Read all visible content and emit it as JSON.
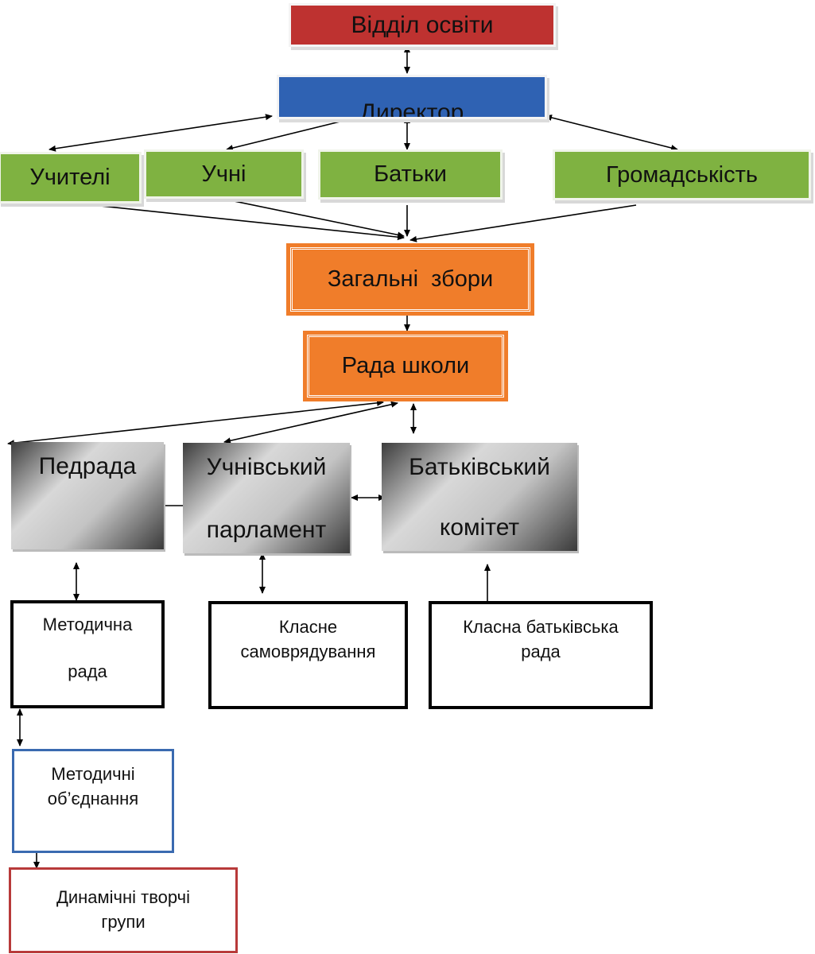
{
  "nodes": {
    "department": "Відділ освіти",
    "director": "Директор",
    "teachers": "Учителі",
    "students": "Учні",
    "parents": "Батьки",
    "community": "Громадськість",
    "general_meeting": "Загальні  збори",
    "school_council": "Рада школи",
    "ped_council": "Педрада",
    "student_parliament": [
      "Учнівський",
      "парламент"
    ],
    "parent_committee": [
      "Батьківський",
      "комітет"
    ],
    "methodical_council": [
      "Методична",
      "рада"
    ],
    "class_self_government": [
      "Класне",
      "самоврядування"
    ],
    "class_parent_council": [
      "Класна батьківська",
      "рада"
    ],
    "methodical_associations": [
      "Методичні",
      "об’єднання"
    ],
    "creative_groups": [
      "Динамічні творчі",
      "групи"
    ]
  },
  "colors": {
    "department": "#be3230",
    "director": "#2f62b3",
    "stakeholders": "#7fb241",
    "councils": "#f07d2a",
    "methodical_associations_border": "#3a6ab0",
    "creative_groups_border": "#b83a3a"
  }
}
